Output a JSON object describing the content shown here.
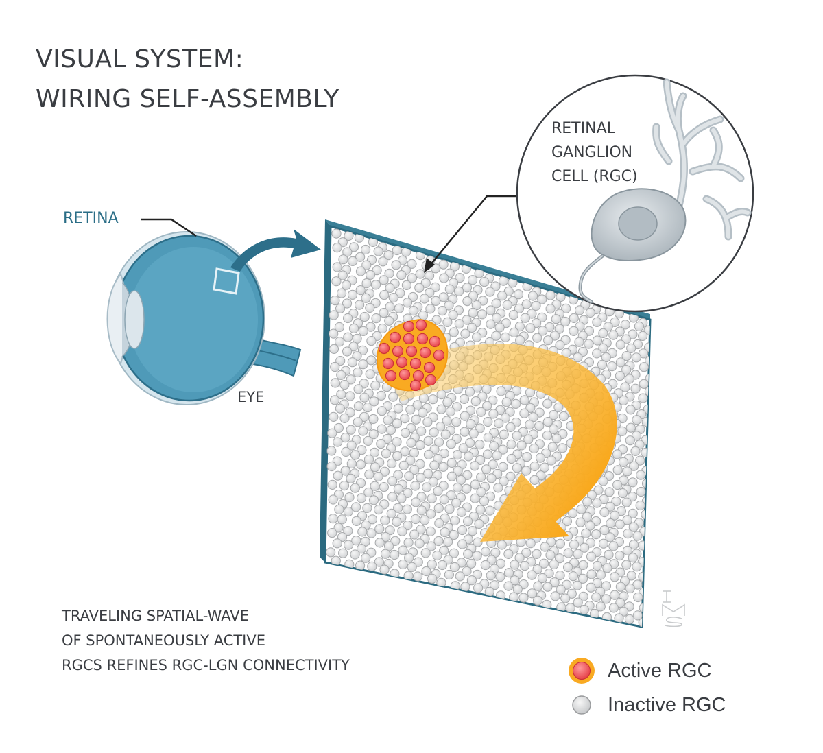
{
  "title": {
    "line1": "VISUAL SYSTEM:",
    "line2": "WIRING SELF-ASSEMBLY"
  },
  "labels": {
    "retina": "RETINA",
    "eye": "EYE",
    "rgc_line1": "RETINAL",
    "rgc_line2": "GANGLION",
    "rgc_line3": "CELL (RGC)"
  },
  "caption": {
    "line1": "TRAVELING SPATIAL-WAVE",
    "line2": "OF SPONTANEOUSLY ACTIVE",
    "line3": "RGCS REFINES RGC-LGN CONNECTIVITY"
  },
  "legend": {
    "active": "Active RGC",
    "inactive": "Inactive RGC"
  },
  "colors": {
    "eye_blue": "#4f9ab8",
    "eye_dark": "#2d6f8a",
    "panel_edge": "#2b6a80",
    "cell_fill": "#e4e5e6",
    "active_red": "#ef5a5d",
    "active_glow": "#f7a823",
    "wave_orange": "#f9b02a",
    "text": "#3a3d42"
  },
  "icons": {
    "logo": "ims-signature"
  }
}
